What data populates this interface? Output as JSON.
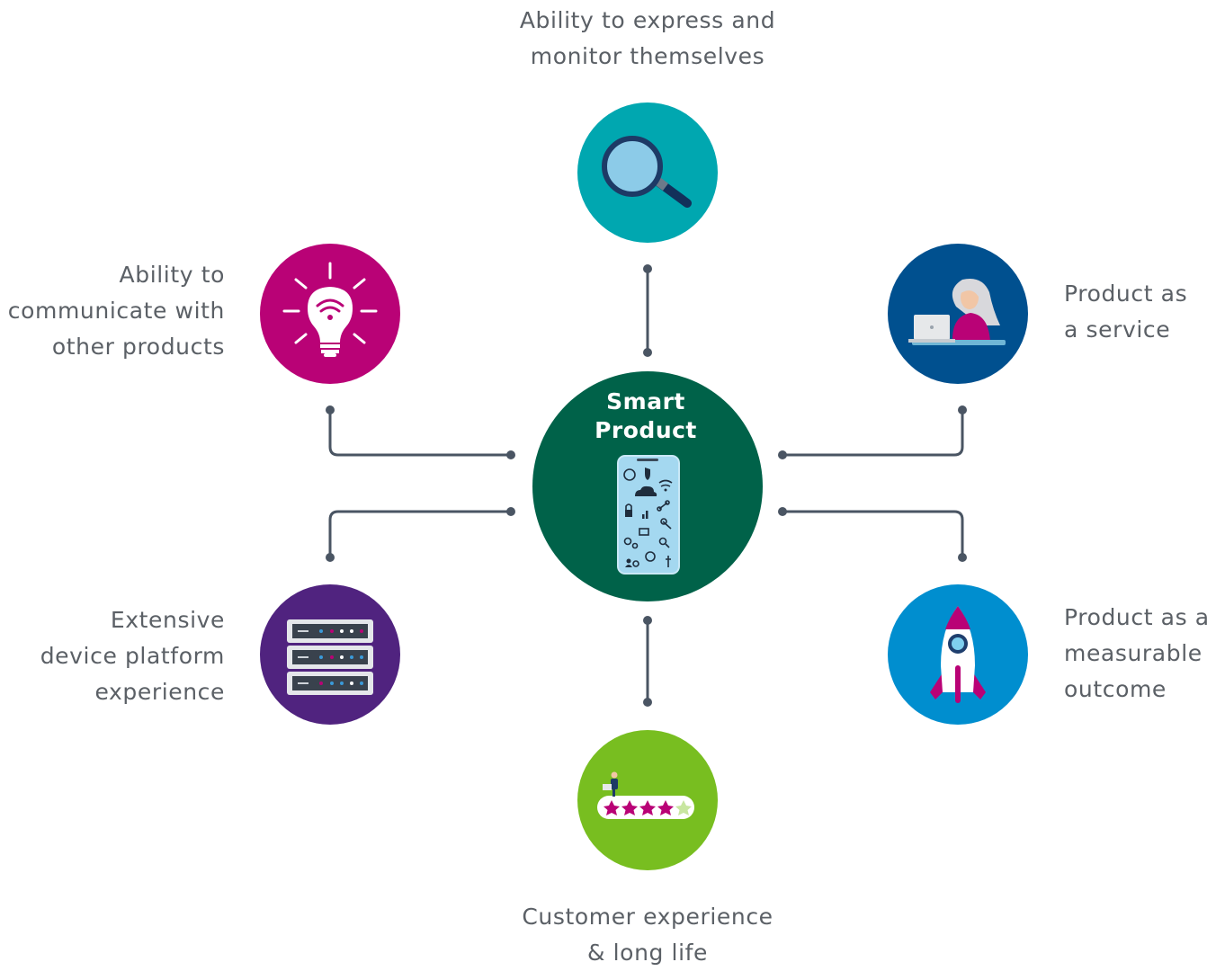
{
  "center": {
    "title_line1": "Smart",
    "title_line2": "Product",
    "color": "#006249",
    "icon": "smartphone-apps-icon"
  },
  "nodes": [
    {
      "id": "monitor",
      "line1": "Ability to express and",
      "line2": "monitor themselves",
      "line3": "",
      "color": "#00a7b0",
      "icon": "magnifier-icon"
    },
    {
      "id": "communicate",
      "line1": "Ability to",
      "line2": "communicate with",
      "line3": "other products",
      "color": "#b90276",
      "icon": "lightbulb-wifi-icon"
    },
    {
      "id": "service",
      "line1": "Product as",
      "line2": "a service",
      "line3": "",
      "color": "#00508f",
      "icon": "person-laptop-icon"
    },
    {
      "id": "platform",
      "line1": "Extensive",
      "line2": "device platform",
      "line3": "experience",
      "color": "#50237f",
      "icon": "server-rack-icon"
    },
    {
      "id": "outcome",
      "line1": "Product as a",
      "line2": "measurable",
      "line3": "outcome",
      "color": "#008ecf",
      "icon": "rocket-icon"
    },
    {
      "id": "customer",
      "line1": "Customer experience",
      "line2": "& long life",
      "line3": "",
      "color": "#78be20",
      "icon": "star-rating-icon"
    }
  ],
  "connector_color": "#4a5563"
}
